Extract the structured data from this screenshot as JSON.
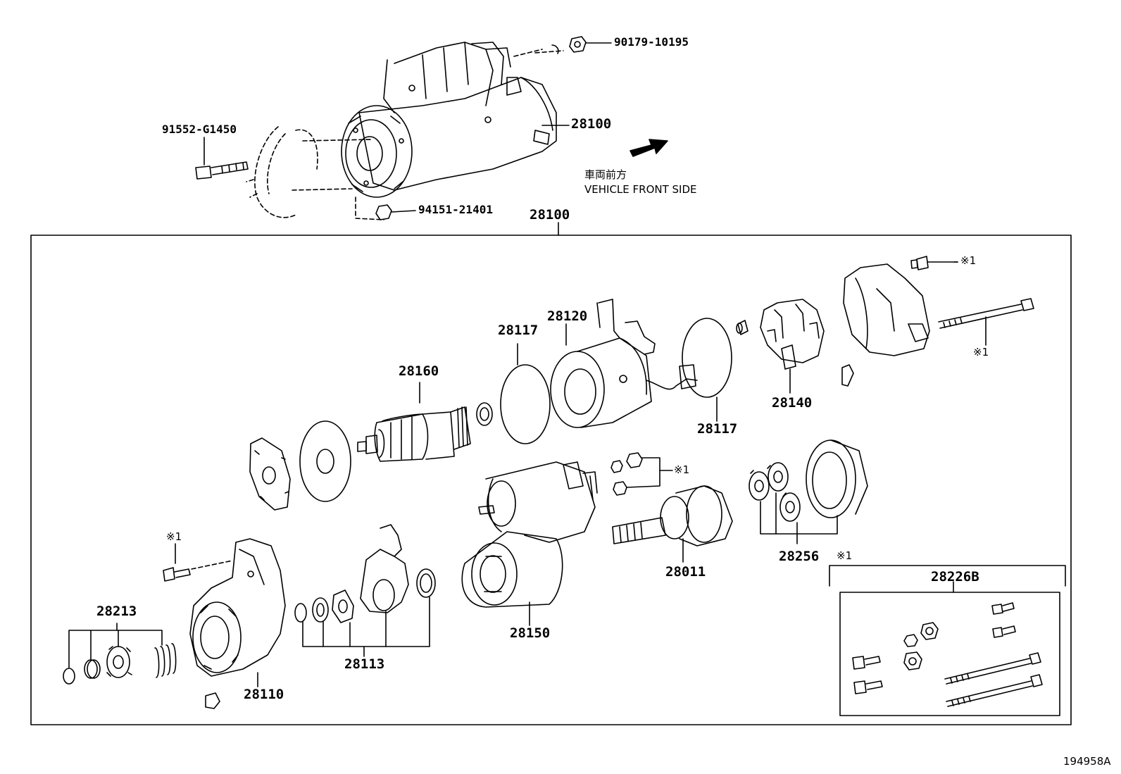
{
  "callouts": {
    "top_nut": "90179-10195",
    "top_bolt": "91552-G1450",
    "top_starter": "28100",
    "top_nut_lower": "94151-21401",
    "assembly": "28100"
  },
  "direction": {
    "jp": "車両前方",
    "en": "VEHICLE FRONT SIDE"
  },
  "parts": {
    "p28117a": "28117",
    "p28120": "28120",
    "p28160": "28160",
    "p28117b": "28117",
    "p28140": "28140",
    "p28011": "28011",
    "p28256": "28256",
    "p28150": "28150",
    "p28213": "28213",
    "p28113": "28113",
    "p28110": "28110",
    "p28226b": "28226B"
  },
  "marks": {
    "m1": "※1",
    "m2": "※1",
    "m3": "※1",
    "m4": "※1",
    "m5": "※1"
  },
  "reference": "194958A"
}
